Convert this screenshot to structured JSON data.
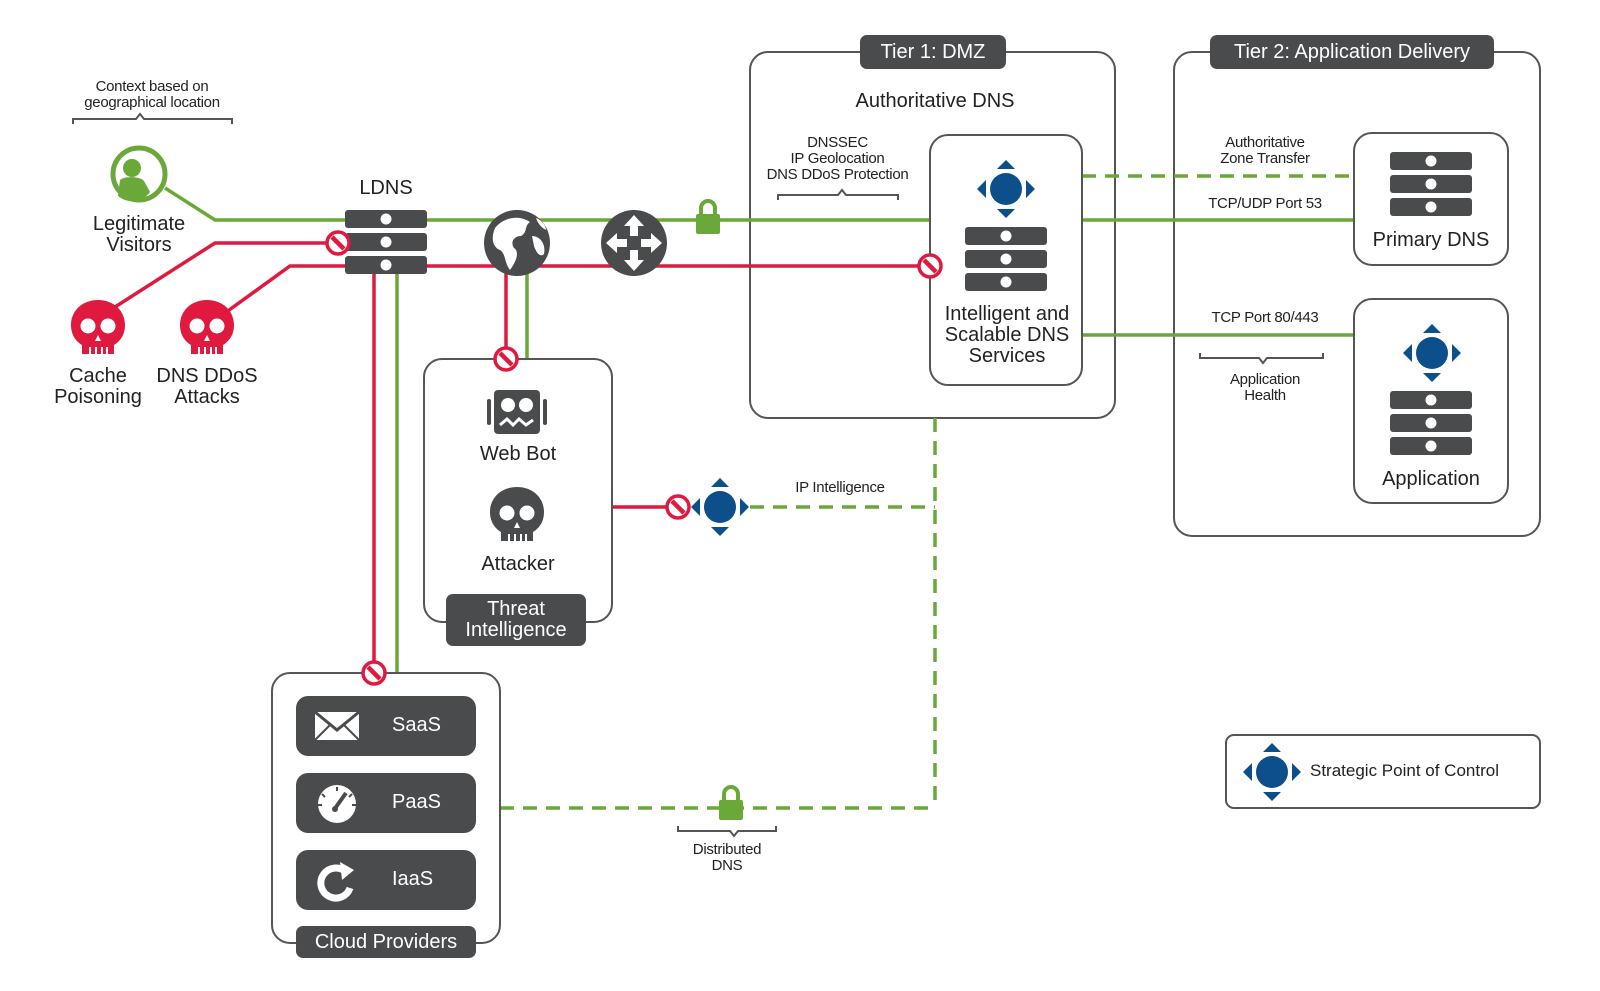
{
  "colors": {
    "legit": "#6aa83a",
    "attack": "#e0193f",
    "dark": "#4a4b4d",
    "control": "#0d4f8b",
    "border": "#555555"
  },
  "left": {
    "context_note": [
      "Context based on",
      "geographical location"
    ],
    "legit_visitors": [
      "Legitimate",
      "Visitors"
    ],
    "cache_poisoning": [
      "Cache",
      "Poisoning"
    ],
    "dns_ddos": [
      "DNS DDoS",
      "Attacks"
    ],
    "ldns": "LDNS"
  },
  "threat": {
    "web_bot": "Web Bot",
    "attacker": "Attacker",
    "title": [
      "Threat",
      "Intelligence"
    ],
    "ip_intelligence": "IP Intelligence"
  },
  "cloud": {
    "title": "Cloud Providers",
    "items": [
      {
        "label": "SaaS",
        "icon": "envelope-icon"
      },
      {
        "label": "PaaS",
        "icon": "speedometer-icon"
      },
      {
        "label": "IaaS",
        "icon": "refresh-icon"
      }
    ],
    "distributed_dns": [
      "Distributed",
      "DNS"
    ]
  },
  "tier1": {
    "title": "Tier 1: DMZ",
    "subtitle": "Authoritative DNS",
    "features": [
      "DNSSEC",
      "IP Geolocation",
      "DNS DDoS Protection"
    ],
    "service": [
      "Intelligent and",
      "Scalable DNS",
      "Services"
    ]
  },
  "tier2": {
    "title": "Tier 2: Application Delivery",
    "zone_transfer": [
      "Authoritative",
      "Zone Transfer"
    ],
    "port53": "TCP/UDP Port 53",
    "port80": "TCP Port 80/443",
    "app_health": [
      "Application",
      "Health"
    ],
    "primary_dns": "Primary DNS",
    "application": "Application"
  },
  "legend": {
    "label": "Strategic Point of Control"
  }
}
